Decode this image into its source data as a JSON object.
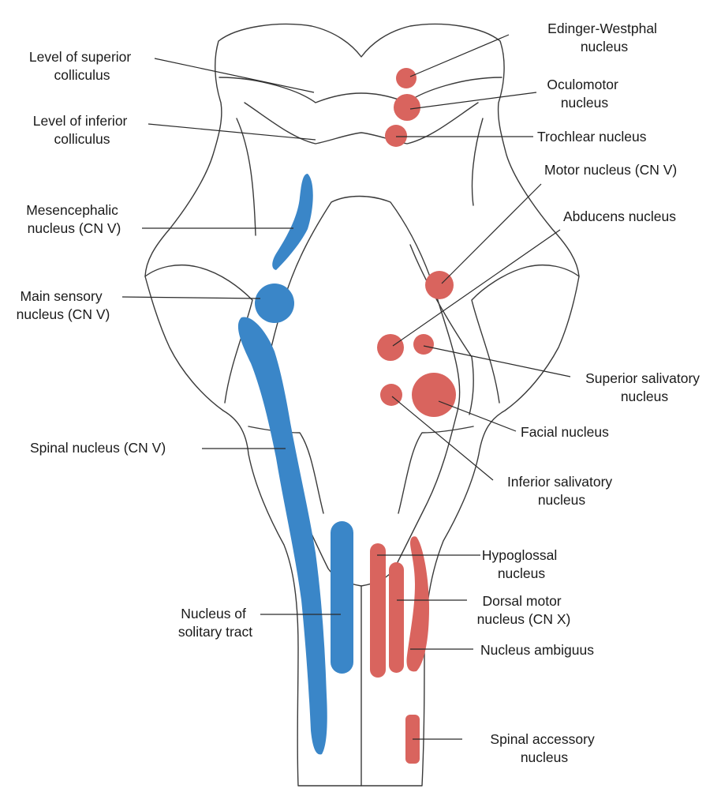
{
  "colors": {
    "motor_nuclei": "#d9645e",
    "sensory_nuclei": "#3a86c8",
    "outline": "#3a3a3a"
  },
  "labels": {
    "superior_colliculus": [
      "Level of superior",
      "colliculus"
    ],
    "inferior_colliculus": [
      "Level of inferior",
      "colliculus"
    ],
    "mesencephalic": [
      "Mesencephalic",
      "nucleus (CN V)"
    ],
    "main_sensory": [
      "Main sensory",
      "nucleus (CN V)"
    ],
    "spinal_trigeminal": [
      "Spinal nucleus (CN V)"
    ],
    "solitary": [
      "Nucleus of",
      "solitary tract"
    ],
    "edinger_westphal": [
      "Edinger-Westphal",
      "nucleus"
    ],
    "oculomotor": [
      "Oculomotor",
      "nucleus"
    ],
    "trochlear": [
      "Trochlear nucleus"
    ],
    "motor_trigeminal": [
      "Motor nucleus (CN V)"
    ],
    "abducens": [
      "Abducens nucleus"
    ],
    "superior_salivatory": [
      "Superior salivatory",
      "nucleus"
    ],
    "facial": [
      "Facial nucleus"
    ],
    "inferior_salivatory": [
      "Inferior salivatory",
      "nucleus"
    ],
    "hypoglossal": [
      "Hypoglossal",
      "nucleus"
    ],
    "dorsal_motor_x": [
      "Dorsal motor",
      "nucleus (CN X)"
    ],
    "ambiguus": [
      "Nucleus ambiguus"
    ],
    "spinal_accessory": [
      "Spinal accessory",
      "nucleus"
    ]
  }
}
